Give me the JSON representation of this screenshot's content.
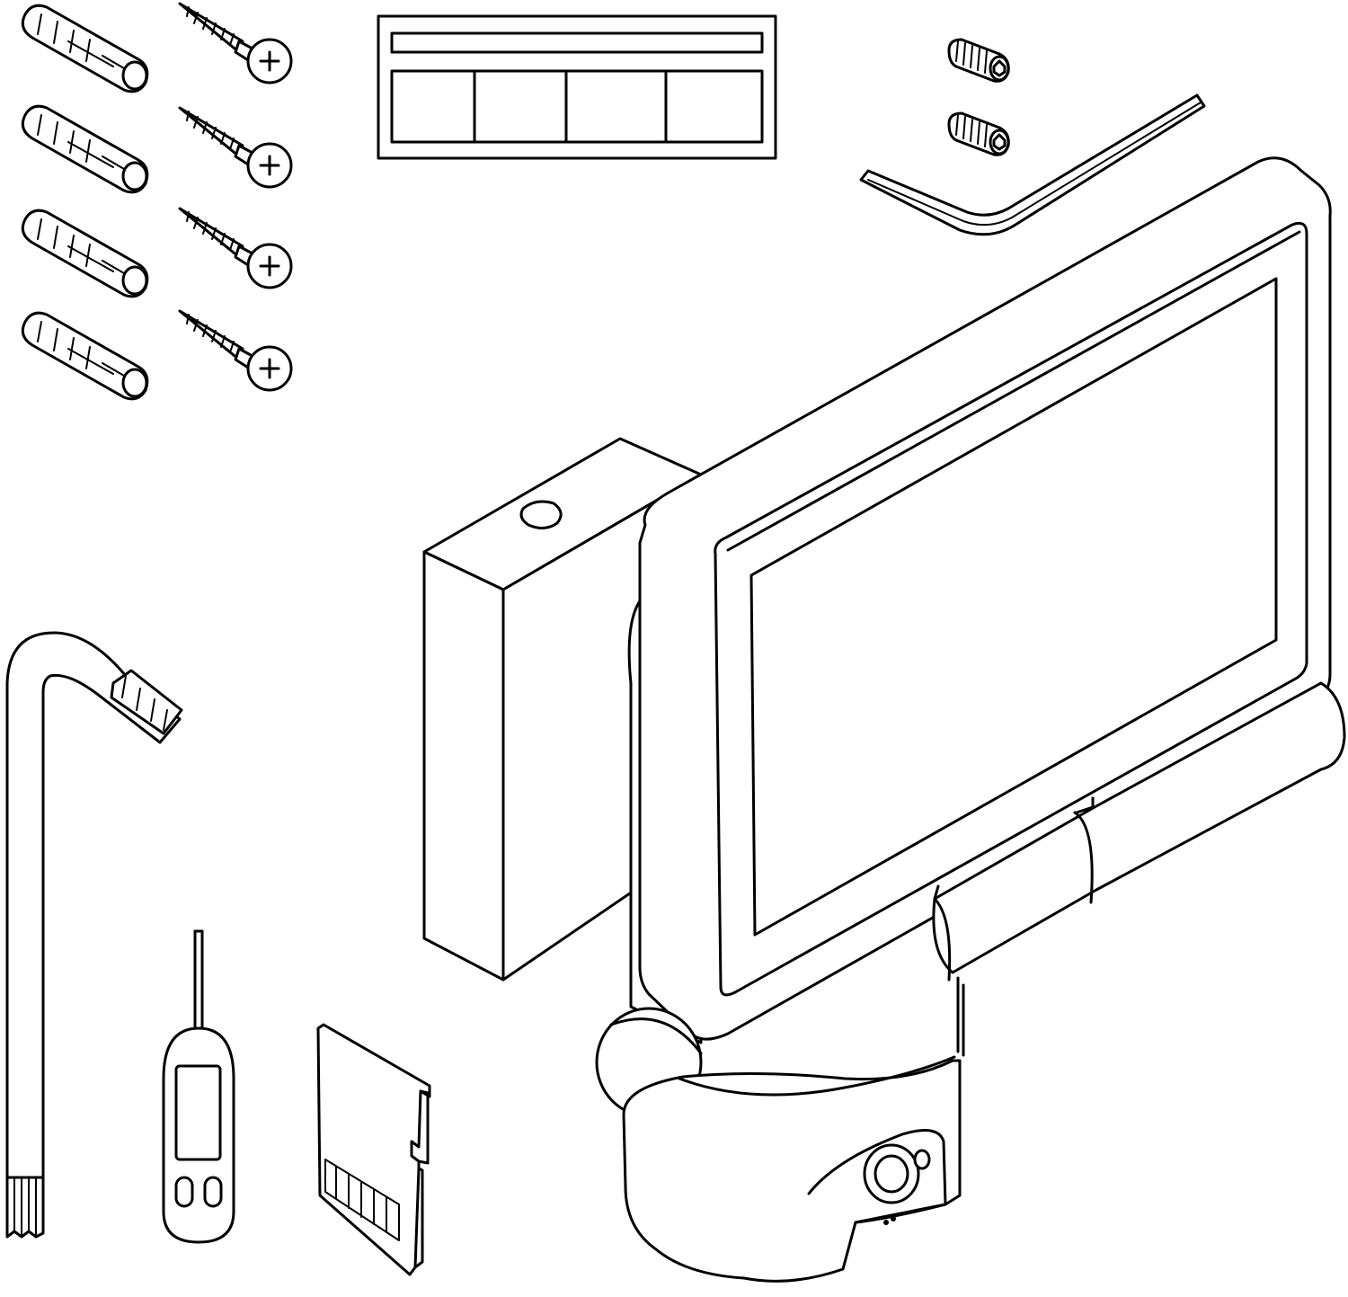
{
  "figure": {
    "kind": "exploded parts drawing",
    "parts": [
      "wall-plug",
      "wood-screw",
      "mounting-template",
      "hex-key-small",
      "set-screw",
      "torx-key",
      "sim-eject-pin",
      "micro-sd-card",
      "floodlight-camera"
    ],
    "counts": {
      "wall-plug": 4,
      "wood-screw": 4,
      "set-screw": 2
    },
    "colors": {
      "line": "#000000",
      "background": "#ffffff"
    }
  }
}
